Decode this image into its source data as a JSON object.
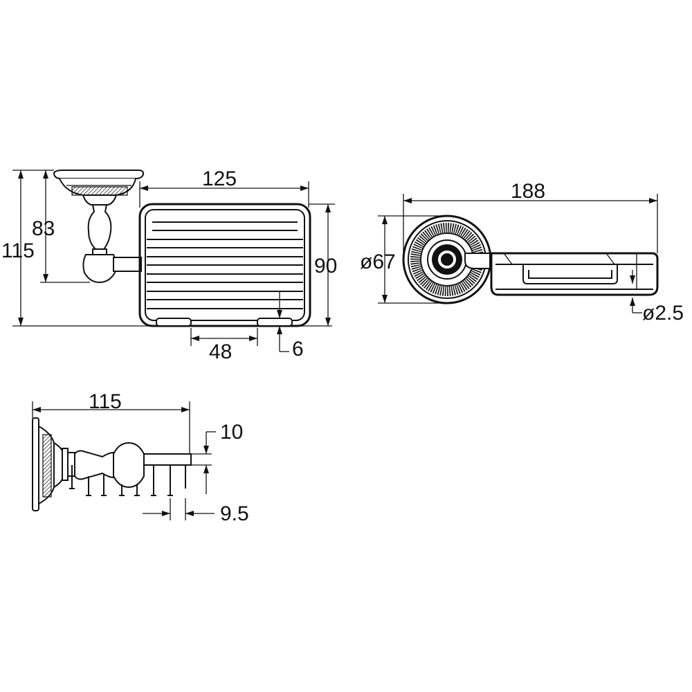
{
  "dimensions": {
    "front_overall_height": "115",
    "front_bracket_height": "83",
    "front_basket_width": "125",
    "front_basket_height": "90",
    "front_foot_spacing": "48",
    "front_foot_height": "6",
    "side_overall_length": "188",
    "side_flange_diameter": "ø67",
    "side_wire_diameter": "ø2.5",
    "bottom_overall_length": "115",
    "bottom_arm_thickness": "10",
    "bottom_wire_pitch": "9.5"
  }
}
